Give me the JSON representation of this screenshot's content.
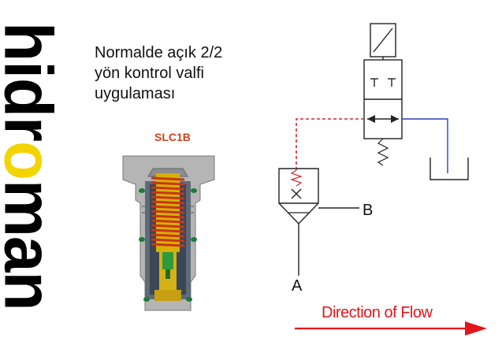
{
  "brand": {
    "logo_text": "hidroman",
    "accent_color": "#f2d400"
  },
  "description": {
    "lines": [
      "Normalde açık 2/2",
      "yön kontrol valfi",
      "uygulaması"
    ]
  },
  "product": {
    "model": "SLC1B",
    "model_color": "#c8461c"
  },
  "schematic": {
    "port_a": "A",
    "port_b": "B",
    "pilot_line_color": "#d22a2a",
    "tank_line_color": "#2b3fb3"
  },
  "flow": {
    "label": "Direction of Flow",
    "color": "#e0161b"
  }
}
